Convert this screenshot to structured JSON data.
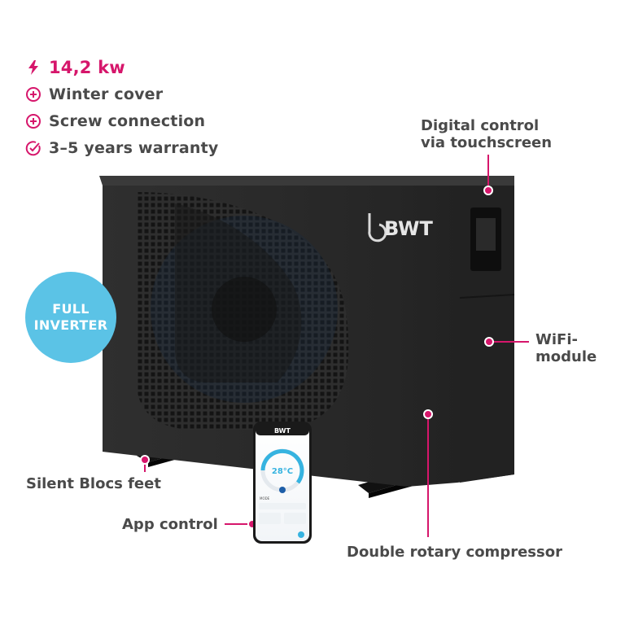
{
  "specs": [
    {
      "icon": "lightning-icon",
      "label": "14,2 kw"
    },
    {
      "icon": "plus-circle-icon",
      "label": "Winter cover"
    },
    {
      "icon": "plus-circle-icon",
      "label": "Screw connection"
    },
    {
      "icon": "check-circle-icon",
      "label": "3–5 years warranty"
    }
  ],
  "badge": {
    "line1": "FULL",
    "line2": "INVERTER"
  },
  "brand": {
    "logo_text": "BWT"
  },
  "callouts": {
    "touchscreen_line1": "Digital control",
    "touchscreen_line2": "via touchscreen",
    "wifi_line1": "WiFi-",
    "wifi_line2": "module",
    "feet": "Silent Blocs feet",
    "app": "App control",
    "compressor": "Double rotary compressor"
  },
  "phone": {
    "brand": "BWT",
    "temperature": "28°C",
    "mode_label": "MODE"
  },
  "colors": {
    "accent": "#d6166b",
    "badge": "#5bc3e6",
    "text": "#4a4a4a",
    "unit": "#2b2b2b"
  }
}
